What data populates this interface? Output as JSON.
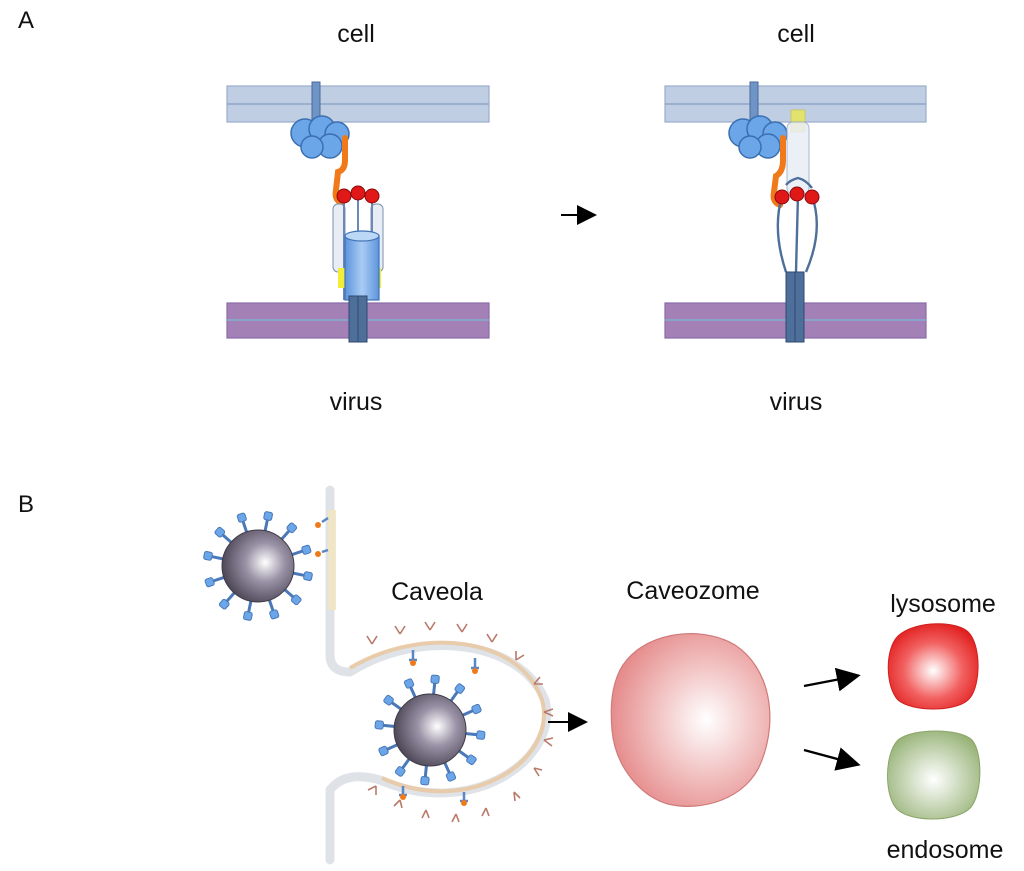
{
  "panels": {
    "a": {
      "letter": "A",
      "left": {
        "top_label": "cell",
        "bottom_label": "virus"
      },
      "right": {
        "top_label": "cell",
        "bottom_label": "virus"
      }
    },
    "b": {
      "letter": "B",
      "caveola_label": "Caveola",
      "caveozome_label": "Caveozome",
      "lysosome_label": "lysosome",
      "endosome_label": "endosome"
    }
  },
  "colors": {
    "cell_membrane": "#b9c9e0",
    "virus_membrane": "#9a74b0",
    "receptor_blue": "#6aa6e8",
    "linker_orange": "#f07a1a",
    "ball_red": "#e01818",
    "helper_yellow": "#f2ec3a",
    "stalk_blue": "#4d6f9a",
    "virion_grey": "#6e6678",
    "caveola_coat": "#b97a6a",
    "caveozome_pink": "#ec9a9a",
    "lysosome_red": "#ee2222",
    "endosome_green": "#a8c08a"
  },
  "icons": {
    "transition_arrow": "right-arrow-icon"
  }
}
